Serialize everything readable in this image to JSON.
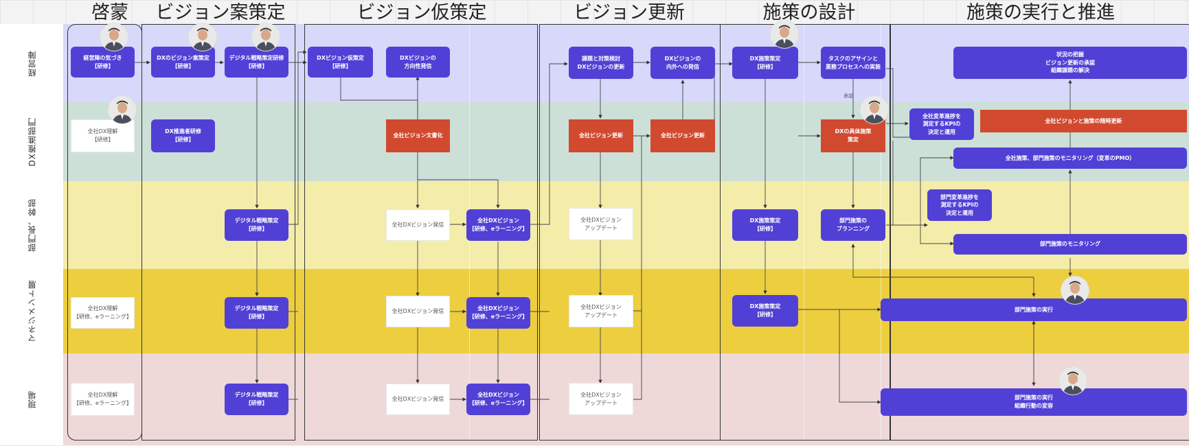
{
  "phases": [
    "啓蒙",
    "ビジョン案策定",
    "ビジョン仮策定",
    "ビジョン更新",
    "施策の設計",
    "施策の実行と推進"
  ],
  "lanes": [
    "経営陣",
    "DX推進部門",
    "部門長、幹部",
    "マネジメント層",
    "現場"
  ],
  "colors": {
    "lane1": "#d8d8fb",
    "lane2": "#cde0d8",
    "lane3": "#f4eca9",
    "lane4": "#ecce3f",
    "lane5": "#eed8d8",
    "purple": "#5140d6",
    "red": "#d14a2f"
  },
  "nodes": {
    "n1": "経営陣の気づき\n【研修】",
    "n2": "DXのビジョン案策定\n【研修】",
    "n3": "デジタル戦略策定研修\n【研修】",
    "n4": "DXビジョン仮策定\n【研修】",
    "n5": "DXビジョンの\n方向性発信",
    "n6": "課題と対策検討\nDXビジョンの更新",
    "n7": "DXビジョンの\n内外への発信",
    "n8": "DX施策策定\n【研修】",
    "n9": "タスクのアサインと\n業務プロセスへの実装",
    "n10": "状況の把握\nビジョン更新の承認\n組織課題の解決",
    "n11": "全社DX理解\n【研修】",
    "n12": "DX推進者研修\n【研修】",
    "n13": "全社ビジョン文書化",
    "n14": "全社ビジョン更新",
    "n15": "全社ビジョン更新",
    "n16": "DXの具体施策\n策定",
    "n17": "全社変革進捗を\n測定するKPIの\n決定と運用",
    "n18": "全社ビジョンと施策の随時更新",
    "n19": "全社施策、部門施策のモニタリング（変革のPMO）",
    "n20": "デジタル戦略策定\n【研修】",
    "n21": "全社DXビジョン発信",
    "n22": "全社DXビジョン\n【研修、eラーニング】",
    "n23": "全社DXビジョン\nアップデート",
    "n24": "DX施策策定\n【研修】",
    "n25": "部門施策の\nブランニング",
    "n26": "部門変革進捗を\n測定するKPIの\n決定と運用",
    "n27": "部門施策のモニタリング",
    "n28": "全社DX理解\n【研修、eラーニング】",
    "n29": "デジタル戦略策定\n【研修】",
    "n30": "全社DXビジョン発信",
    "n31": "全社DXビジョン\n【研修、eラーニング】",
    "n32": "全社DXビジョン\nアップデート",
    "n33": "DX施策策定\n【研修】",
    "n34": "部門施策の実行",
    "n35": "全社DX理解\n【研修、eラーニング】",
    "n36": "デジタル戦略策定\n【研修】",
    "n37": "全社DXビジョン発信",
    "n38": "全社DXビジョン\n【研修、eラーニング】",
    "n39": "全社DXビジョン\nアップデート",
    "n40": "部門施策の実行\n組織行動の変容"
  },
  "annotations": {
    "approval": "承認"
  }
}
